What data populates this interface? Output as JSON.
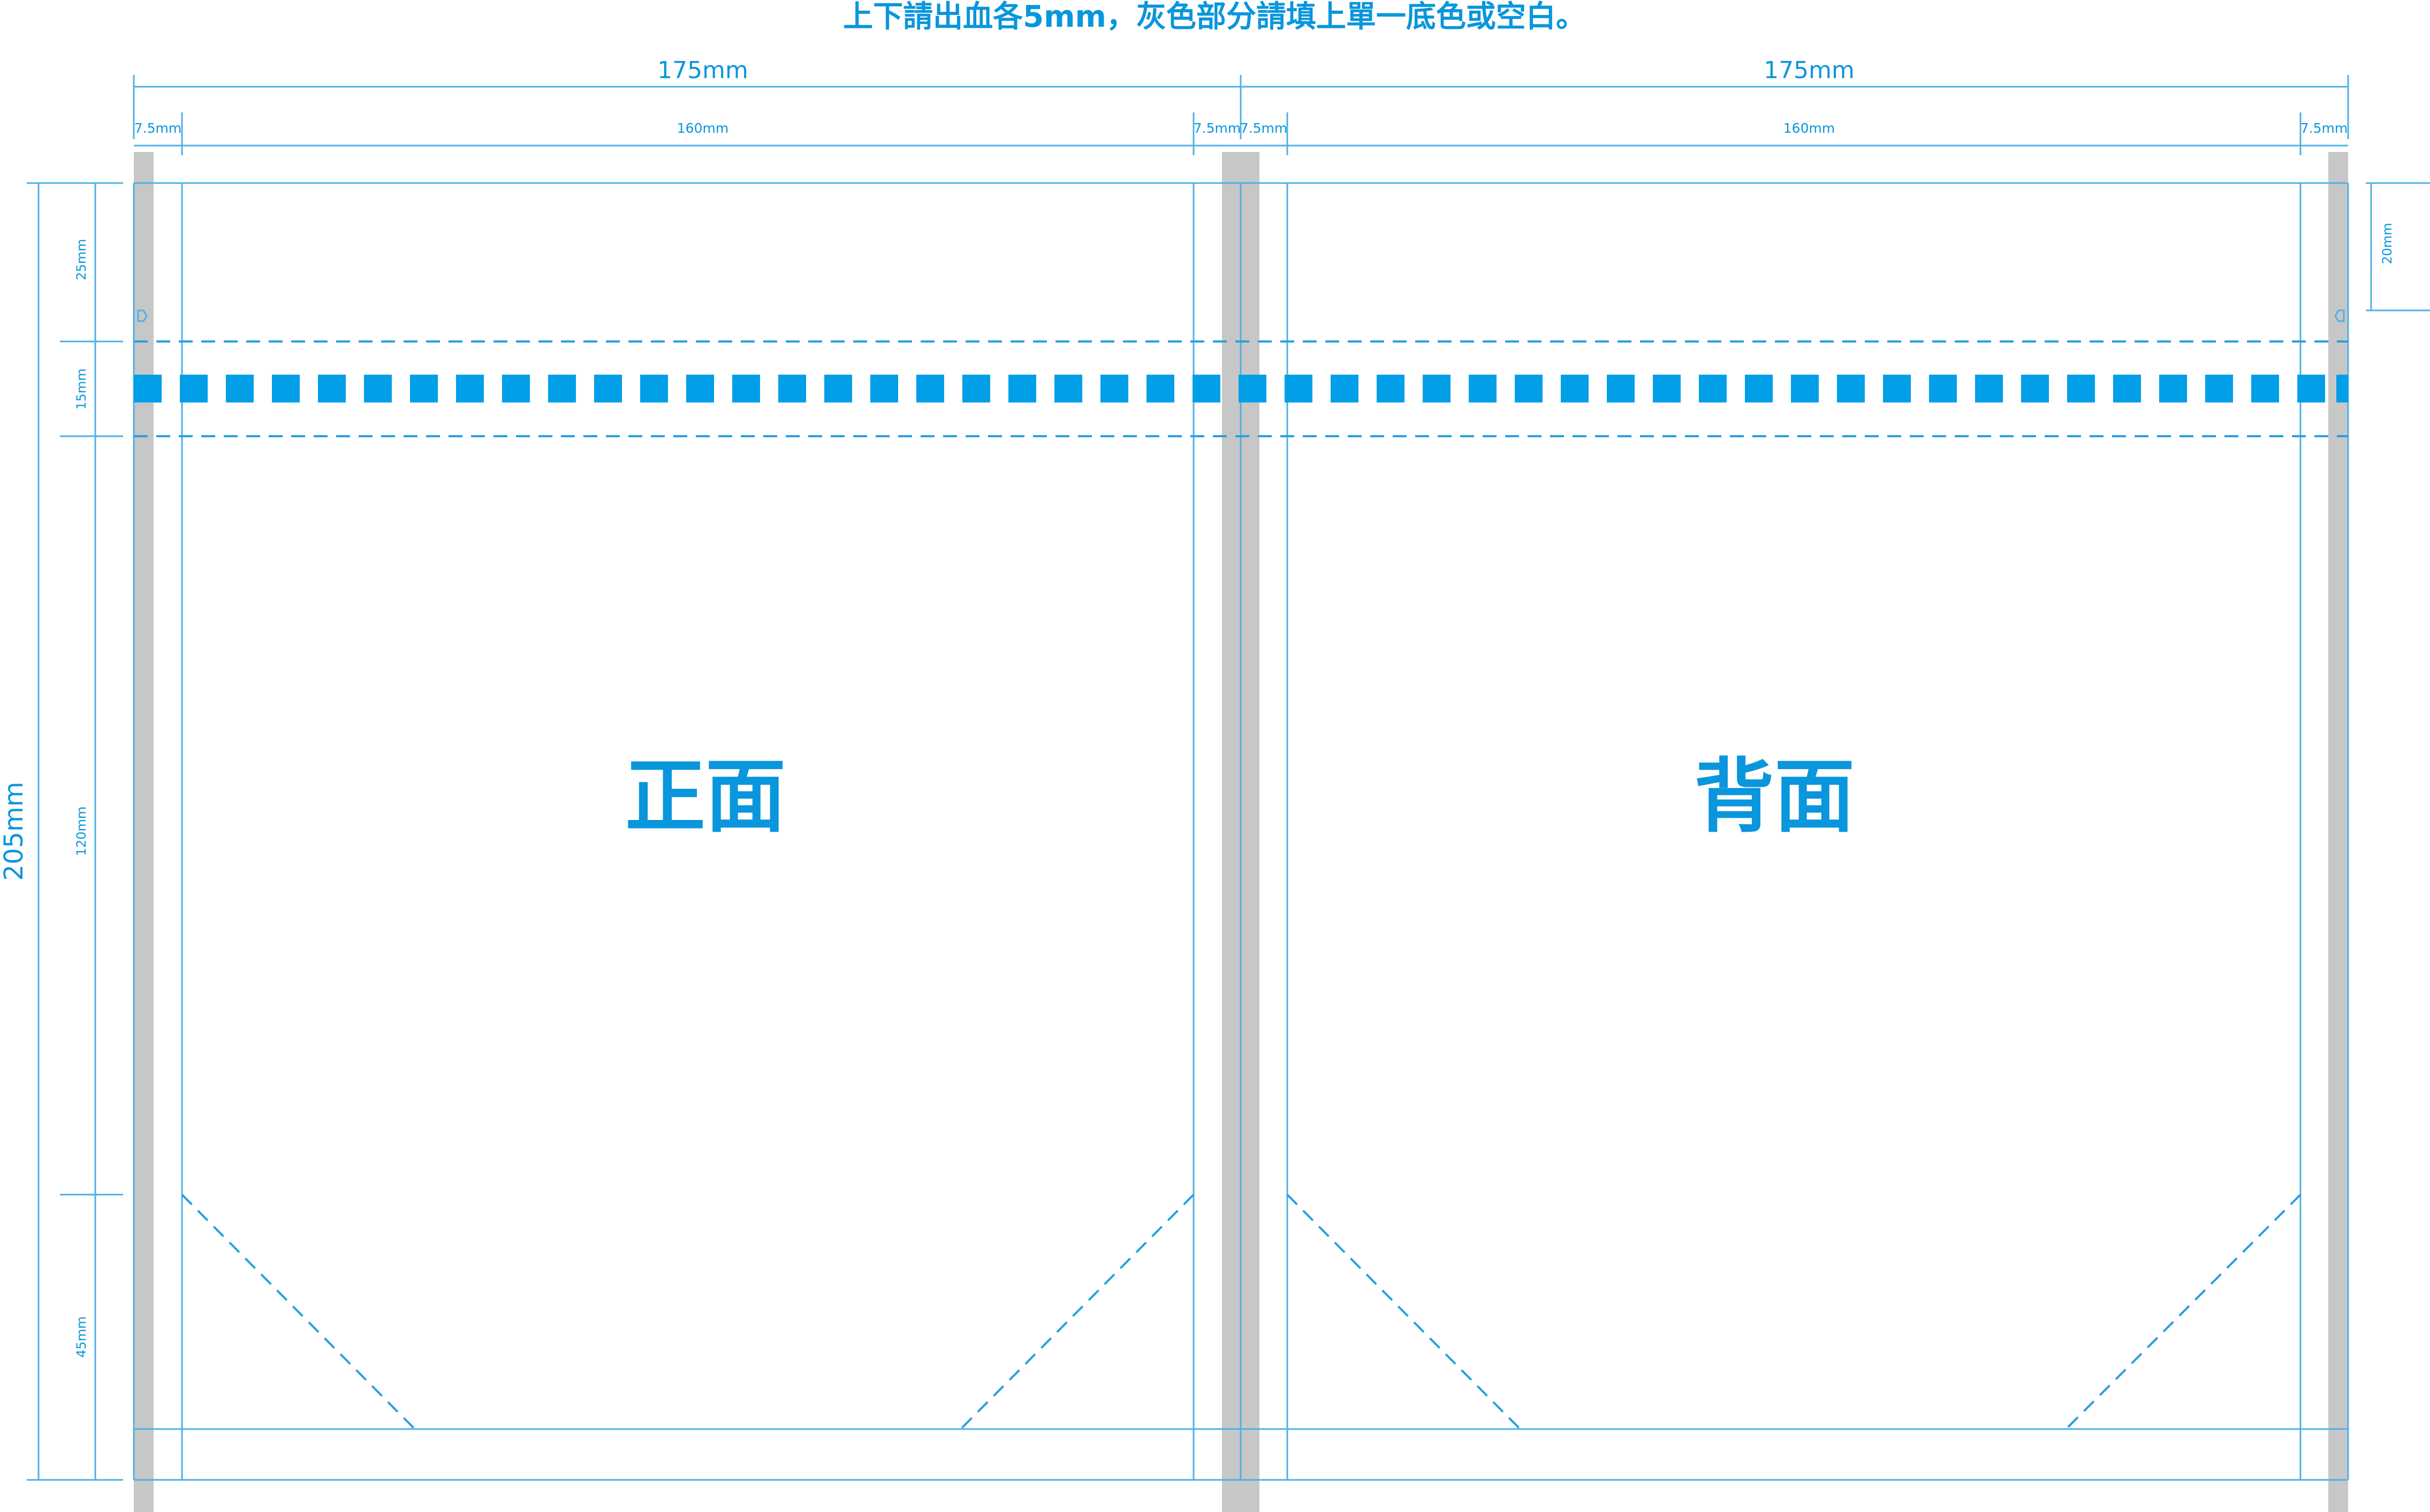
{
  "notice": "上下請出血各5mm，灰色部分請填上單一底色或空白。",
  "panels": {
    "front": {
      "label": "正面"
    },
    "back": {
      "label": "背面"
    }
  },
  "dimensions": {
    "panel_width_left": "175mm",
    "panel_width_right": "175mm",
    "margin_left_1": "7.5mm",
    "content_width_left": "160mm",
    "margin_right_1": "7.5mm",
    "margin_left_2": "7.5mm",
    "content_width_right": "160mm",
    "margin_right_2": "7.5mm",
    "total_height": "205mm",
    "top_section": "25mm",
    "tear_section": "15mm",
    "main_section": "120mm",
    "bottom_section": "45mm",
    "hang_hole_offset": "20mm"
  },
  "colors": {
    "accent": "#0a96dc",
    "guide_line": "#4fb0e6",
    "bleed_grey": "#c7c7c7",
    "perforation": "#009fe8"
  }
}
